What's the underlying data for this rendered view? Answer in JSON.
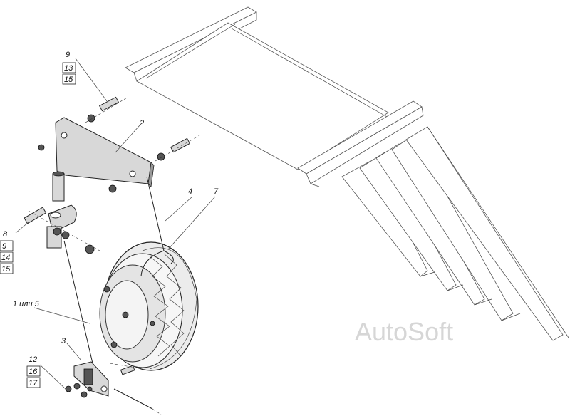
{
  "watermark": "AutoSoft",
  "labels": {
    "g1": [
      "9",
      "13",
      "15"
    ],
    "part2": "2",
    "part4": "4",
    "part7": "7",
    "g2": [
      "8",
      "9",
      "14",
      "15"
    ],
    "part1or5": "1 или 5",
    "part3": "3",
    "g3": [
      "12",
      "16",
      "17"
    ]
  }
}
